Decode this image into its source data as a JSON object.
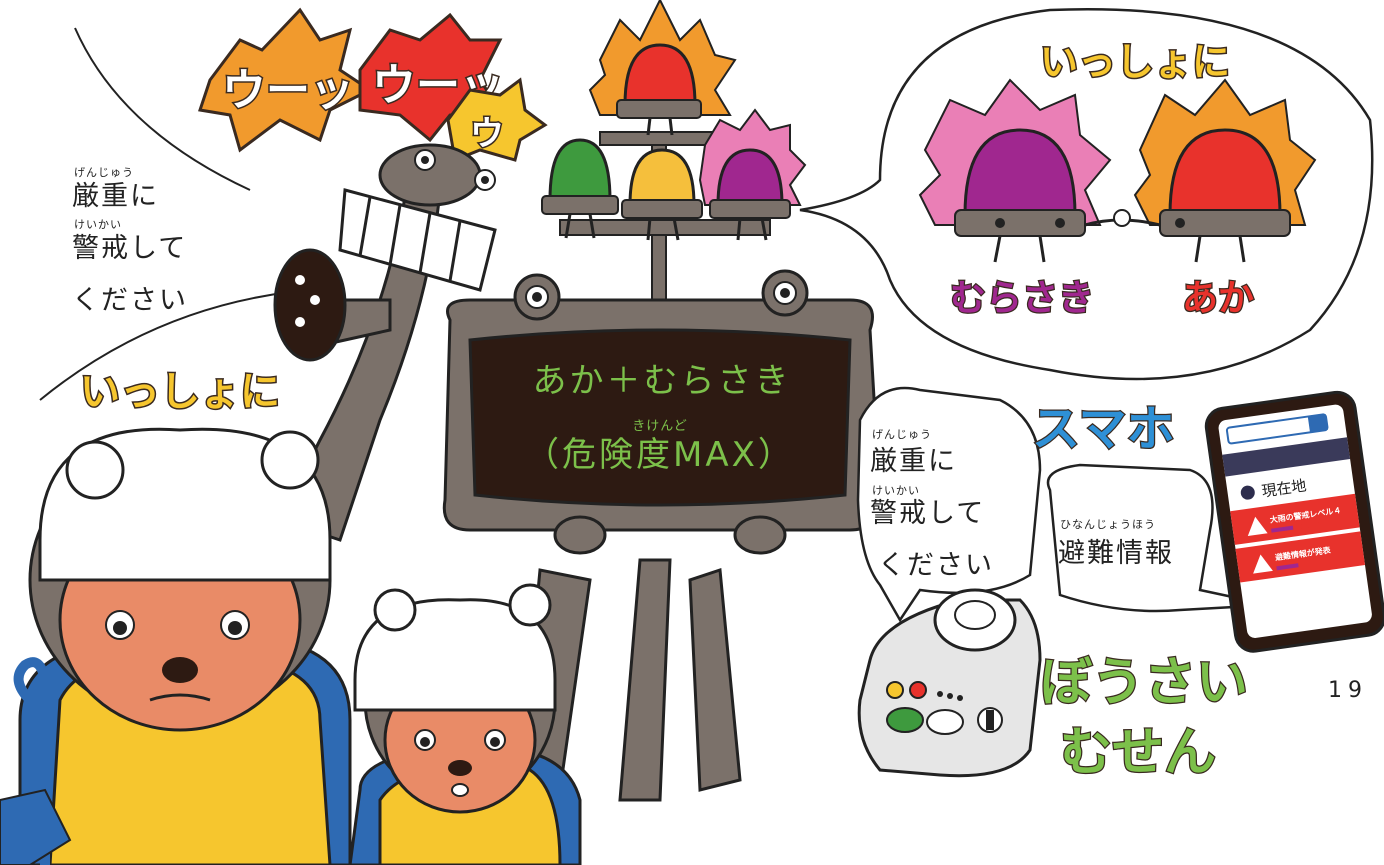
{
  "sound_effects": [
    "ウーッ",
    "ウーッ",
    "ウ"
  ],
  "left_bubble": {
    "line1_ruby": "げんじゅう",
    "line1": "厳重に",
    "line2_ruby": "けいかい",
    "line2": "警戒して",
    "line3": "ください"
  },
  "issho_left": "いっしょに",
  "screen": {
    "line1": "あか＋むらさき",
    "line2_ruby": "きけんど",
    "line2": "（危険度MAX）"
  },
  "right_bubble": {
    "title": "いっしょに",
    "label_purple": "むらさき",
    "label_red": "あか"
  },
  "radio_bubble": {
    "line1_ruby": "げんじゅう",
    "line1": "厳重に",
    "line2_ruby": "けいかい",
    "line2": "警戒して",
    "line3": "ください"
  },
  "radio_title": [
    "ぼうさい",
    "むせん"
  ],
  "smartphone": {
    "title": "スマホ",
    "bubble_ruby": "ひなんじょうほう",
    "bubble_text": "避難情報",
    "location": "現在地",
    "alert1": "大雨の警戒レベル４",
    "alert2": "避難情報が発表"
  },
  "page_number": "19",
  "colors": {
    "red": "#e8322c",
    "purple": "#a0278f",
    "yellow": "#f5bf3c",
    "green": "#3e9a3e",
    "orange": "#f19a2d",
    "pink": "#ea7fb6",
    "gray": "#7b716a",
    "screen": "#2d1a12",
    "raincoat": "#f6c62e",
    "blue": "#2e6ab3"
  }
}
